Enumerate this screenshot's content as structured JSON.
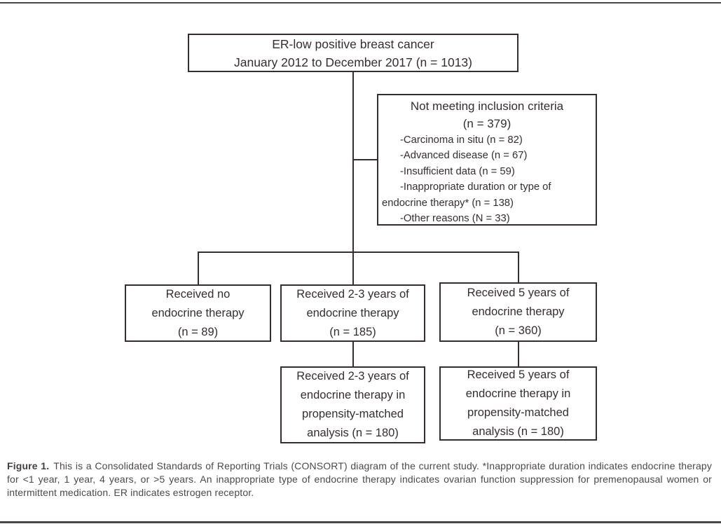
{
  "diagram": {
    "top_box": {
      "lines": [
        "ER-low positive breast cancer",
        "January 2012 to December 2017 (n = 1013)"
      ]
    },
    "exclusion_box": {
      "title": "Not meeting inclusion criteria",
      "count": "(n = 379)",
      "items": [
        "-Carcinoma in situ (n = 82)",
        "-Advanced disease (n = 67)",
        "-Insufficient data (n = 59)",
        "-Inappropriate duration or type of endocrine therapy* (n = 138)",
        "-Other reasons (N = 33)"
      ]
    },
    "arm_no_therapy": {
      "lines": [
        "Received no",
        "endocrine therapy",
        "(n = 89)"
      ]
    },
    "arm_2_3_years": {
      "lines": [
        "Received 2-3 years of",
        "endocrine therapy",
        "(n = 185)"
      ]
    },
    "arm_5_years": {
      "lines": [
        "Received 5 years of",
        "endocrine therapy",
        "(n = 360)"
      ]
    },
    "matched_2_3_years": {
      "lines": [
        "Received 2-3 years of",
        "endocrine therapy in",
        "propensity-matched",
        "analysis (n = 180)"
      ]
    },
    "matched_5_years": {
      "lines": [
        "Received 5 years of",
        "endocrine therapy in",
        "propensity-matched",
        "analysis (n = 180)"
      ]
    }
  },
  "caption": {
    "label": "Figure 1.",
    "text": "This is a Consolidated Standards of Reporting Trials (CONSORT) diagram of the current study. *Inappropriate duration indicates endocrine therapy for <1 year, 1 year, 4 years, or >5 years. An inappropriate type of endocrine therapy indicates ovarian function suppression for premenopausal women or intermittent medication. ER indicates estrogen receptor."
  },
  "colors": {
    "diagram_ink": "#362e2d",
    "caption_ink": "#4e4749",
    "rule": "#4d4547"
  }
}
